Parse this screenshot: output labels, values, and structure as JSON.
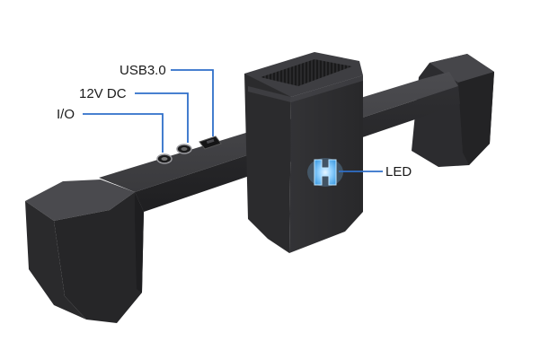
{
  "labels": {
    "usb": "USB3.0",
    "dc": "12V DC",
    "io": "I/O",
    "led": "LED"
  },
  "colors": {
    "leader_line": "#2f6fc9",
    "body_dark": "#2a2a2c",
    "body_mid": "#38383b",
    "body_light": "#4a4a4e",
    "led_glow": "#7fc8ff",
    "led_core": "#d8f0ff"
  },
  "icons": {
    "led": "h-logo-icon"
  }
}
